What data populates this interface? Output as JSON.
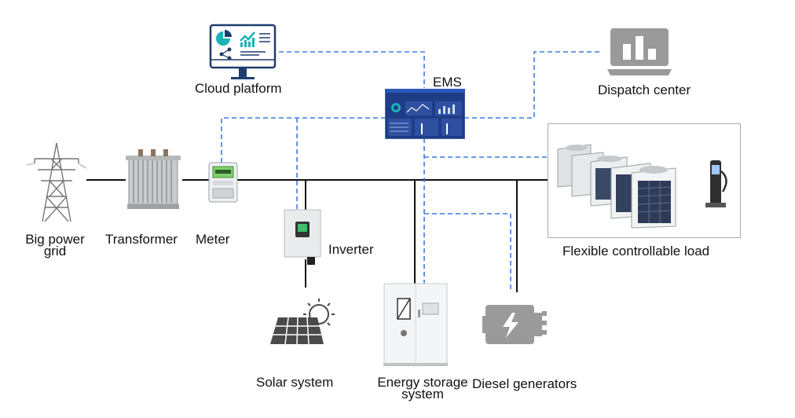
{
  "labels": {
    "cloud": "Cloud platform",
    "ems": "EMS",
    "dispatch": "Dispatch center",
    "grid_1": "Big power",
    "grid_2": "grid",
    "transformer": "Transformer",
    "meter": "Meter",
    "inverter": "Inverter",
    "flex": "Flexible controllable load",
    "solar": "Solar system",
    "storage_1": "Energy storage",
    "storage_2": "system",
    "diesel": "Diesel generators"
  },
  "colors": {
    "power_line": "#111111",
    "comm_line": "#3d7be0",
    "icon_grey": "#9a9a9a",
    "teal": "#19b3b8"
  },
  "icons": {
    "cloud": "cloud-platform-monitor-icon",
    "dispatch": "dispatch-center-laptop-icon",
    "ems": "ems-screen-icon",
    "grid": "power-tower-icon",
    "transformer": "transformer-icon",
    "meter": "electric-meter-icon",
    "inverter": "inverter-icon",
    "solar": "solar-panel-icon",
    "storage": "energy-storage-cabinet-icon",
    "diesel": "diesel-generator-icon",
    "flex": "hvac-units-and-ev-charger-icon"
  }
}
